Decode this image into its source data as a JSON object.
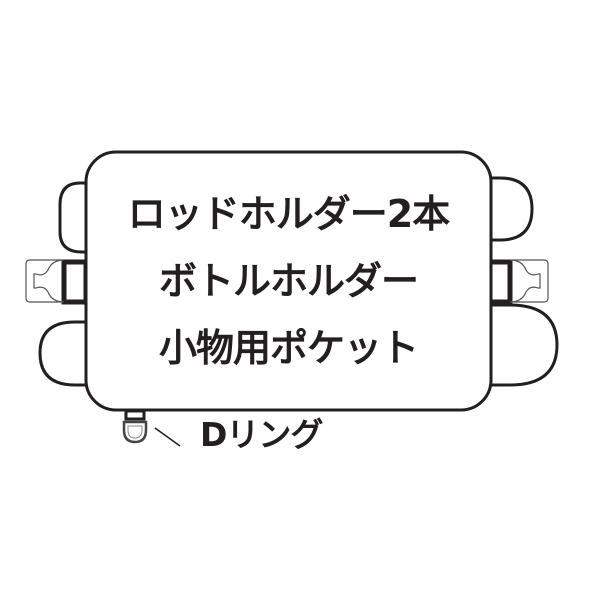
{
  "diagram": {
    "subject": "bag-top-view",
    "labels": {
      "line1": "ロッドホルダー2本",
      "line2": "ボトルホルダー",
      "line3": "小物用ポケット",
      "d_ring": "Dリング"
    },
    "colors": {
      "stroke": "#231f20",
      "text": "#231f20",
      "background": "#ffffff"
    }
  }
}
